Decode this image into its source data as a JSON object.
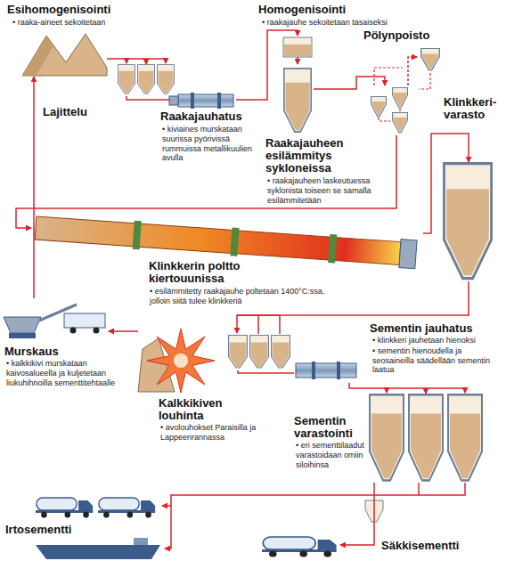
{
  "diagram": {
    "nodes": [
      {
        "text": [
          "Esihomogenisointi",
          "• raaka-aineet sekoitetaan"
        ]
      },
      {
        "text": [
          "Raakajauhatus",
          "• kiviaines murskataan suurissa pyörivissä rummuissa metallikuulien avulla"
        ]
      },
      {
        "text": [
          "Homogenisointi",
          "• raakajauhe sekoitetaan tasaiseksi"
        ]
      },
      {
        "text": [
          "Pölynpoisto"
        ]
      },
      {
        "text": [
          "Raakajauheen esilämmitys sykloneissa",
          "• raakajauheen laskeutuessa syklonista toiseen se samalla esilämmitetään"
        ]
      },
      {
        "text": [
          "Klinkkerin poltto kiertouunissa",
          "• esilämmitetty raakajauhe poltetaan 1400°C:ssa, jolloin siitä tulee klinkkeriä"
        ]
      },
      {
        "text": [
          "Klinkkeri- varasto"
        ]
      },
      {
        "text": [
          "Sementin jauhatus",
          "• klinkkeri jauhetaan hienoksi",
          "• sementin hienoudella ja seosaineilla säädellään sementin laatua"
        ]
      },
      {
        "text": [
          "Sementin varastointi",
          "• eri sementtilaadut varastoidaan omiin siloihinsa"
        ]
      },
      {
        "text": [
          "Irtosementti"
        ]
      },
      {
        "text": [
          "Säkkisementti"
        ]
      },
      {
        "text": [
          "Kalkkikiven louhinta",
          "• avolouhokset Paraisilla ja Lappeenrannassa"
        ]
      },
      {
        "text": [
          "Murskaus",
          "• kalkkikivi murskataan kaivosalueella ja kuljetetaan liukuhihnoilla sementtitehtaalle"
        ]
      }
    ],
    "edges": [
      {
        "from": 12,
        "to": 0,
        "label": "Lajittelu",
        "arrow": "to"
      },
      {
        "from": 0,
        "to": 1,
        "arrow": "to"
      },
      {
        "from": 1,
        "to": 2,
        "arrow": "to"
      },
      {
        "from": 2,
        "to": 4,
        "arrow": "to"
      },
      {
        "from": 4,
        "to": 3,
        "arrow": "to"
      },
      {
        "from": 4,
        "to": 5,
        "arrow": "to"
      },
      {
        "from": 5,
        "to": 6,
        "arrow": "to"
      },
      {
        "from": 6,
        "to": 7,
        "arrow": "to"
      },
      {
        "from": 7,
        "to": 8,
        "arrow": "to"
      },
      {
        "from": 8,
        "to": 9,
        "arrow": "to"
      },
      {
        "from": 8,
        "to": 10,
        "arrow": "to"
      },
      {
        "from": 11,
        "to": 12,
        "arrow": "to"
      }
    ]
  }
}
